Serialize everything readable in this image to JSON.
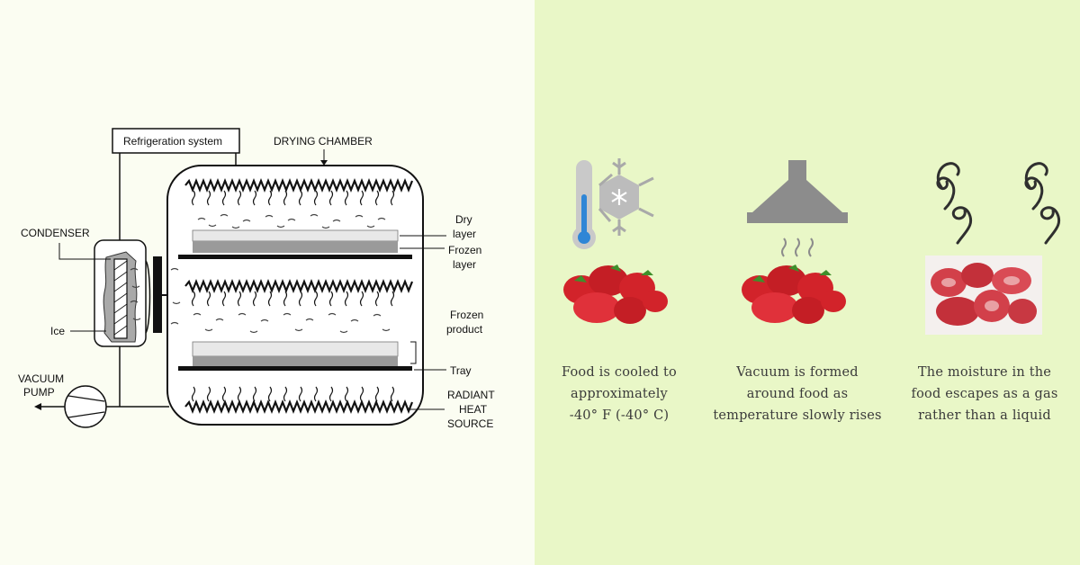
{
  "diagram": {
    "refrigeration_label": "Refrigeration system",
    "drying_chamber_label": "DRYING CHAMBER",
    "condenser_label": "CONDENSER",
    "ice_label": "Ice",
    "vacuum_label_1": "VACUUM",
    "vacuum_label_2": "PUMP",
    "dry_layer_1": "Dry",
    "dry_layer_2": "layer",
    "frozen_layer_1": "Frozen",
    "frozen_layer_2": "layer",
    "frozen_product_1": "Frozen",
    "frozen_product_2": "product",
    "tray_label": "Tray",
    "radiant_1": "RADIANT",
    "radiant_2": "HEAT",
    "radiant_3": "SOURCE"
  },
  "steps": [
    {
      "icon": "thermometer-snowflake-icon",
      "lines": [
        "Food is cooled to",
        "approximately",
        "-40° F (-40° C)"
      ]
    },
    {
      "icon": "vacuum-hood-icon",
      "lines": [
        "Vacuum is formed",
        "around food as",
        "temperature slowly rises"
      ]
    },
    {
      "icon": "steam-swirls-icon",
      "lines": [
        "The moisture in the",
        "food escapes as a gas",
        "rather than a liquid"
      ]
    }
  ],
  "colors": {
    "left_bg": "#fbfdf2",
    "right_bg": "#e9f7c7",
    "icon_gray": "#8c8c8c",
    "thermo_blue": "#2f86d6",
    "strawberry_red": "#d2232a",
    "leaf_green": "#3f8f2b"
  }
}
